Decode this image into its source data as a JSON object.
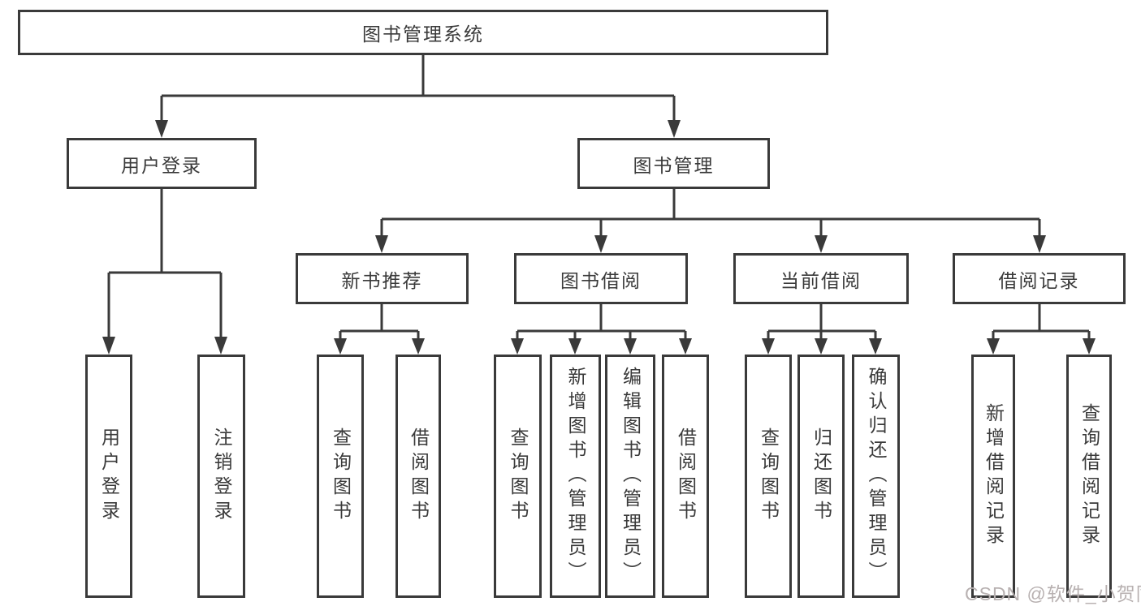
{
  "diagram": {
    "root": {
      "label": "图书管理系统"
    },
    "level2": [
      {
        "label": "用户登录"
      },
      {
        "label": "图书管理"
      }
    ],
    "level3": [
      {
        "label": "新书推荐"
      },
      {
        "label": "图书借阅"
      },
      {
        "label": "当前借阅"
      },
      {
        "label": "借阅记录"
      }
    ],
    "leaves": {
      "user_login": [
        {
          "label": "用户登录"
        },
        {
          "label": "注销登录"
        }
      ],
      "new_book_rec": [
        {
          "label": "查询图书"
        },
        {
          "label": "借阅图书"
        }
      ],
      "book_borrow": [
        {
          "label": "查询图书"
        },
        {
          "label": "新增图书（管理员）"
        },
        {
          "label": "编辑图书（管理员）"
        },
        {
          "label": "借阅图书"
        }
      ],
      "current_borrow": [
        {
          "label": "查询图书"
        },
        {
          "label": "归还图书"
        },
        {
          "label": "确认归还（管理员）"
        }
      ],
      "borrow_records": [
        {
          "label": "新增借阅记录"
        },
        {
          "label": "查询借阅记录"
        }
      ]
    }
  },
  "watermark": {
    "text": "CSDN @软件_小贺同学",
    "color": "#b8b1b1"
  },
  "colors": {
    "line": "#3a3a3a",
    "text": "#3a3a3a",
    "background": "#ffffff"
  }
}
